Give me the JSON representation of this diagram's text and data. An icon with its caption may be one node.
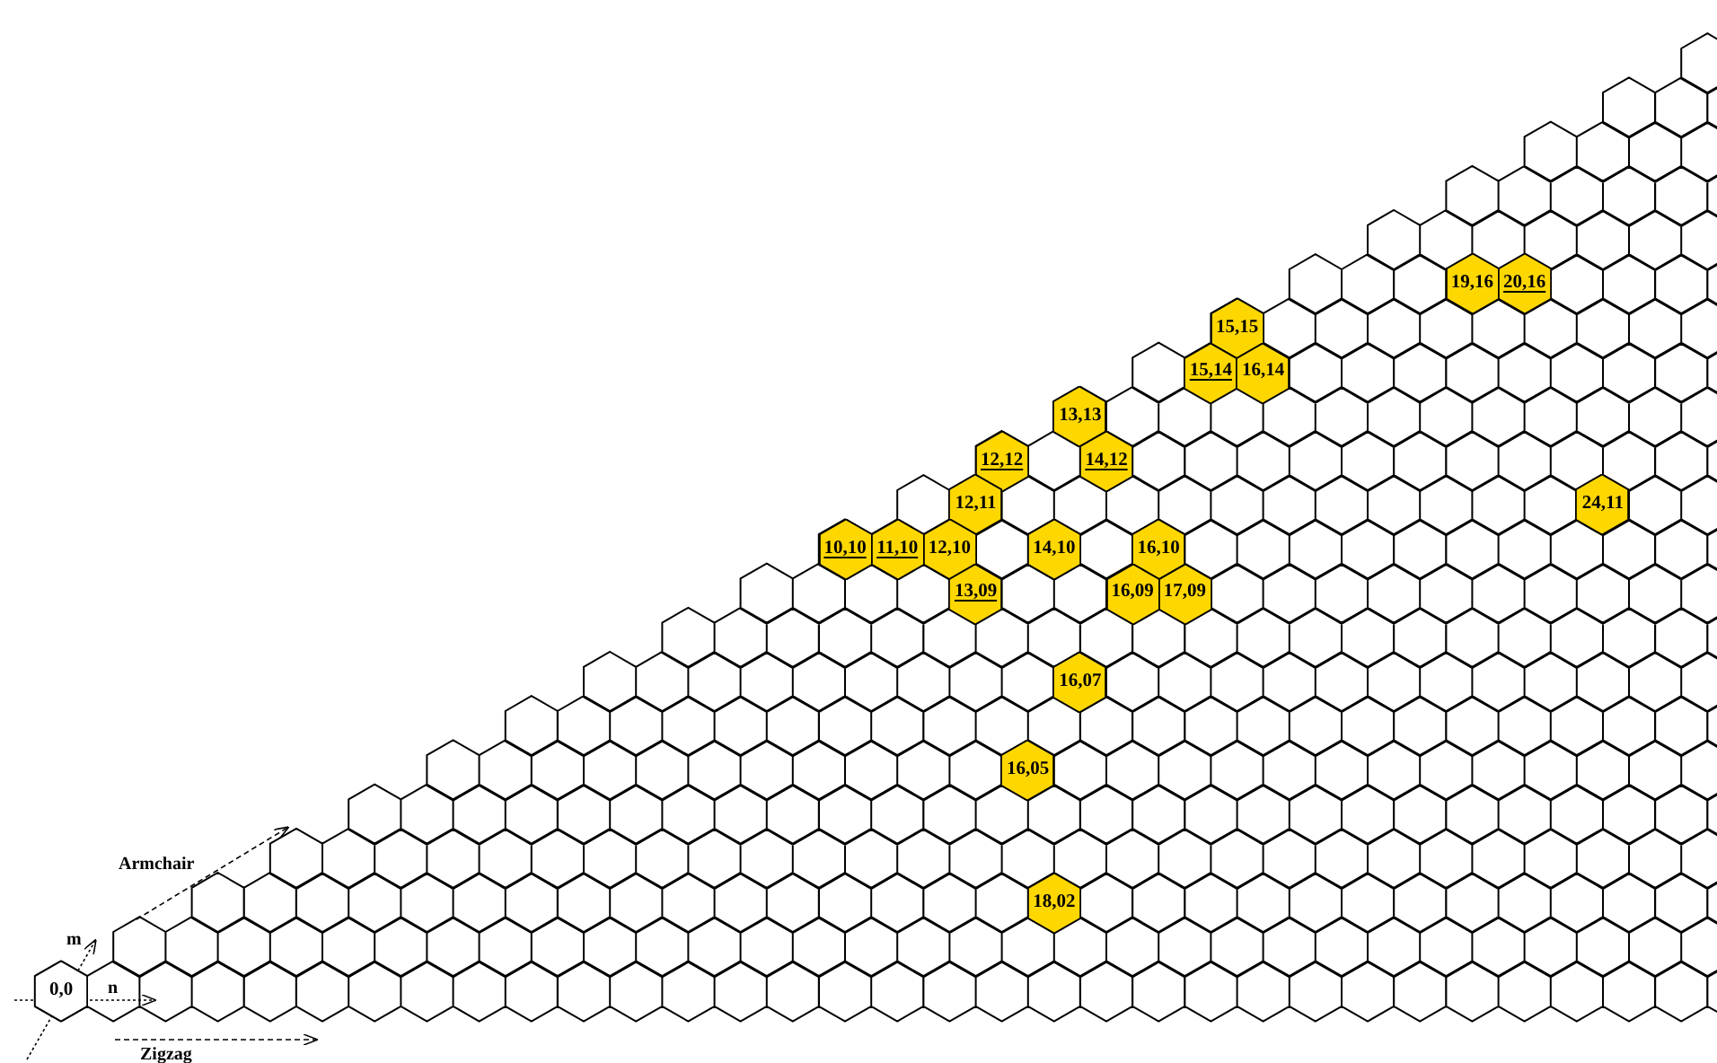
{
  "diagram": {
    "nodes": [
      {
        "text": [
          "19,16"
        ]
      },
      {
        "text": [
          "20,16"
        ]
      },
      {
        "text": [
          "15,15"
        ]
      },
      {
        "text": [
          "15,14"
        ]
      },
      {
        "text": [
          "16,14"
        ]
      },
      {
        "text": [
          "13,13"
        ]
      },
      {
        "text": [
          "12,12"
        ]
      },
      {
        "text": [
          "14,12"
        ]
      },
      {
        "text": [
          "12,11"
        ]
      },
      {
        "text": [
          "24,11"
        ]
      },
      {
        "text": [
          "10,10"
        ]
      },
      {
        "text": [
          "11,10"
        ]
      },
      {
        "text": [
          "12,10"
        ]
      },
      {
        "text": [
          "14,10"
        ]
      },
      {
        "text": [
          "16,10"
        ]
      },
      {
        "text": [
          "13,09"
        ]
      },
      {
        "text": [
          "16,09"
        ]
      },
      {
        "text": [
          "17,09"
        ]
      },
      {
        "text": [
          "16,07"
        ]
      },
      {
        "text": [
          "16,05"
        ]
      },
      {
        "text": [
          "18,02"
        ]
      },
      {
        "text": [
          "0,0"
        ]
      }
    ],
    "labels": [
      "Armchair",
      "m",
      "n",
      "Zigzag"
    ]
  }
}
